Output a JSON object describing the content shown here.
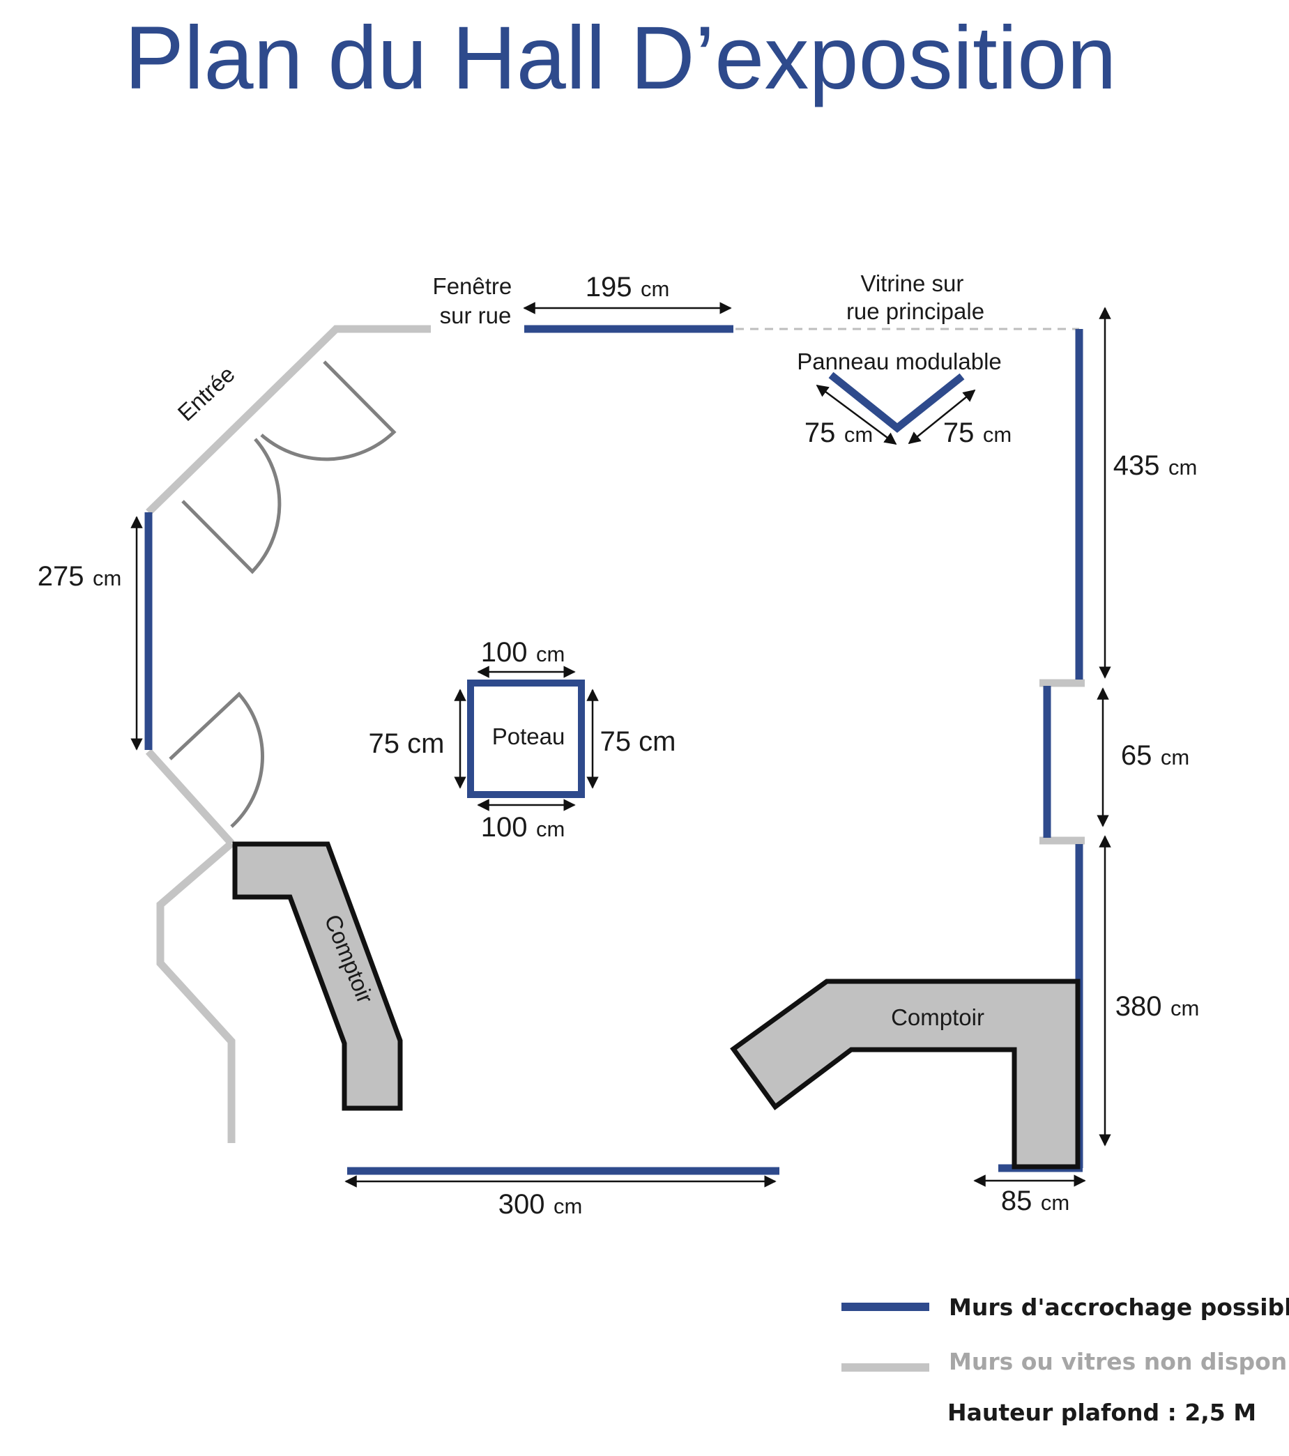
{
  "title": "Plan du Hall D’exposition",
  "colors": {
    "title": "#2e4a8c",
    "hanging_wall": "#2e4a8c",
    "unavailable_wall": "#c4c4c4",
    "counter_fill": "#c1c1c1"
  },
  "labels": {
    "entrance": "Entrée",
    "street_window_line1": "Fenêtre",
    "street_window_line2": "sur rue",
    "main_street_window_line1": "Vitrine sur",
    "main_street_window_line2": "rue principale",
    "modular_panel": "Panneau modulable",
    "pillar": "Poteau",
    "counter_left": "Comptoir",
    "counter_right": "Comptoir"
  },
  "dimensions": {
    "top_wall": {
      "value": "195",
      "unit": "cm"
    },
    "left_wall": {
      "value": "275",
      "unit": "cm"
    },
    "right_wall_top": {
      "value": "435",
      "unit": "cm"
    },
    "right_wall_middle": {
      "value": "65",
      "unit": "cm"
    },
    "right_wall_bottom": {
      "value": "380",
      "unit": "cm"
    },
    "bottom_wall": {
      "value": "300",
      "unit": "cm"
    },
    "bottom_right_return": {
      "value": "85",
      "unit": "cm"
    },
    "panel_left": {
      "value": "75",
      "unit": "cm"
    },
    "panel_right": {
      "value": "75",
      "unit": "cm"
    },
    "pillar_top": {
      "value": "100",
      "unit": "cm"
    },
    "pillar_bottom": {
      "value": "100",
      "unit": "cm"
    },
    "pillar_left": "75 cm",
    "pillar_right": "75 cm"
  },
  "legend": {
    "hanging_walls": "Murs d'accrochage possible",
    "unavailable_walls": "Murs ou vitres non disponibles",
    "ceiling_height": "Hauteur plafond : 2,5 M"
  }
}
